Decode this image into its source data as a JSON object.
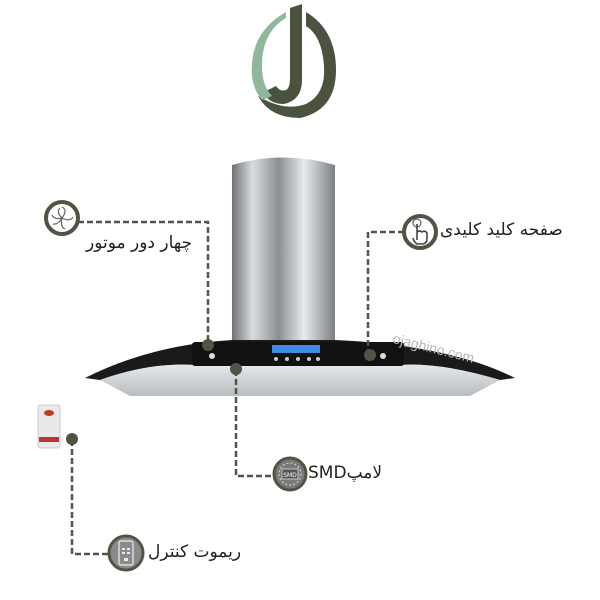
{
  "brand_logo": {
    "text": "J",
    "colors": {
      "dark": "#4a5240",
      "light": "#8fb79c"
    }
  },
  "watermark": "ojaghino.com",
  "features": {
    "motor": {
      "label": "چهار دور موتور",
      "icon": "fan-icon"
    },
    "keypad": {
      "label": "صفحه کلید کلیدی",
      "icon": "touch-hand-icon"
    },
    "lamp": {
      "label": "لامپSMD",
      "icon": "smd-chip-icon",
      "icon_text": "SMD"
    },
    "remote": {
      "label": "ریموت کنترل",
      "icon": "remote-icon"
    }
  },
  "accent_color": "#4f5444"
}
